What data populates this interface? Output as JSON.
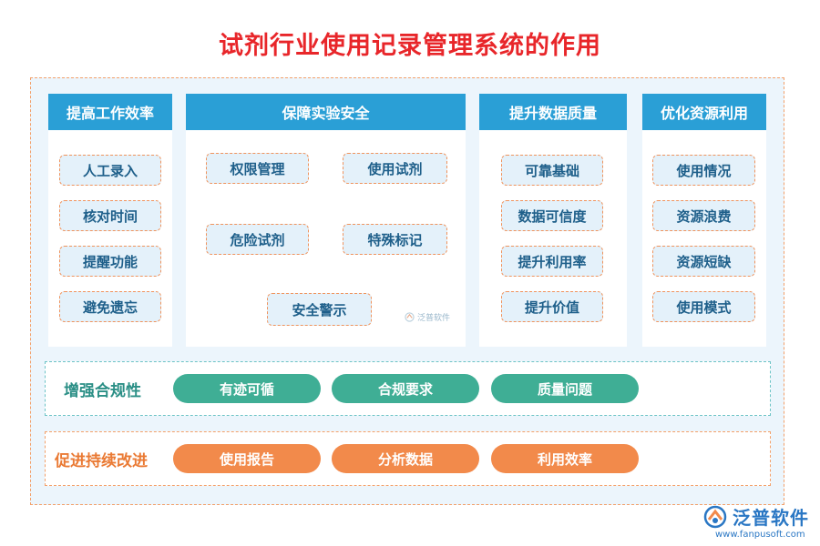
{
  "title": "试剂行业使用记录管理系统的作用",
  "columns": [
    {
      "header": "提高工作效率",
      "items": [
        "人工录入",
        "核对时间",
        "提醒功能",
        "避免遗忘"
      ]
    },
    {
      "header": "保障实验安全",
      "items": [
        "权限管理",
        "使用试剂",
        "危险试剂",
        "特殊标记",
        "安全警示"
      ]
    },
    {
      "header": "提升数据质量",
      "items": [
        "可靠基础",
        "数据可信度",
        "提升利用率",
        "提升价值"
      ]
    },
    {
      "header": "优化资源利用",
      "items": [
        "使用情况",
        "资源浪费",
        "资源短缺",
        "使用模式"
      ]
    }
  ],
  "bands": [
    {
      "label": "增强合规性",
      "items": [
        "有迹可循",
        "合规要求",
        "质量问题"
      ]
    },
    {
      "label": "促进持续改进",
      "items": [
        "使用报告",
        "分析数据",
        "利用效率"
      ]
    }
  ],
  "watermark": "泛普软件",
  "logo": {
    "text": "泛普软件",
    "url": "www.fanpusoft.com"
  },
  "colors": {
    "title": "#e8262a",
    "header": "#2a9fd6",
    "pill_border": "#f0935c",
    "green": "#3fae95",
    "orange": "#f28a4b"
  }
}
